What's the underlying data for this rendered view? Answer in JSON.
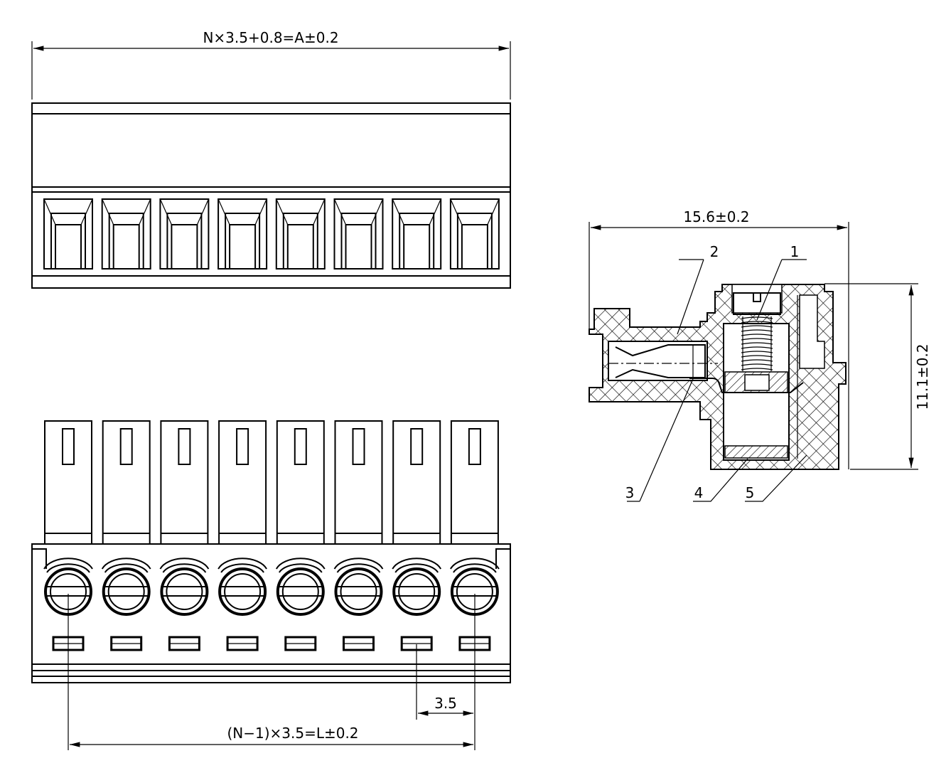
{
  "pole_count": 8,
  "dimensions": {
    "overall_width": "N×3.5+0.8=A±0.2",
    "pin_span": "(N−1)×3.5=L±0.2",
    "pitch": "3.5",
    "depth": "15.6±0.2",
    "height": "11.1±0.2"
  },
  "callouts": [
    "1",
    "2",
    "3",
    "4",
    "5"
  ]
}
